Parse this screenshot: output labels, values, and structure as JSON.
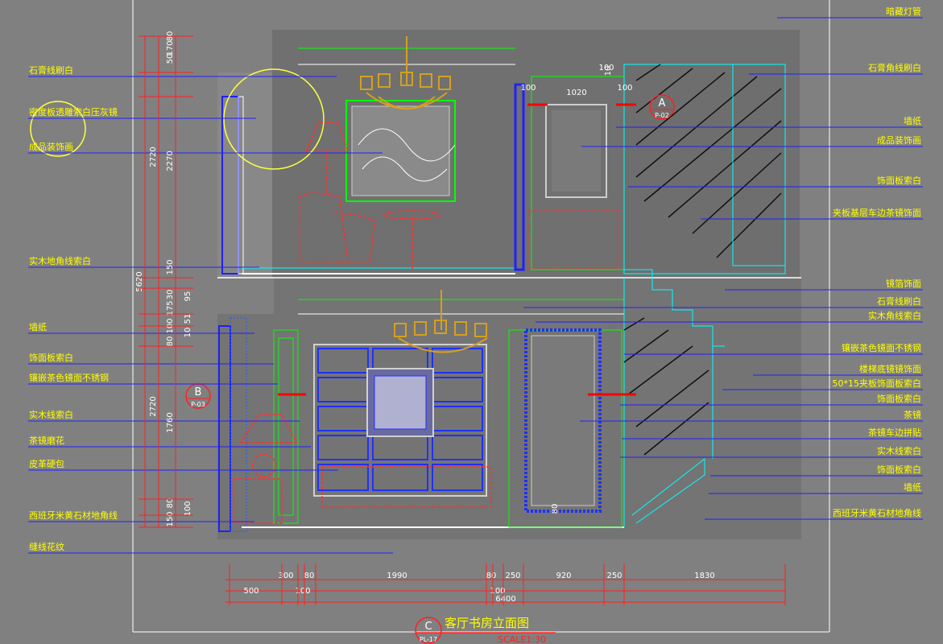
{
  "drawing": {
    "title": "客厅书房立面图",
    "scale": "SCALE1:30",
    "title_tag": {
      "letter": "C",
      "ref": "PL-17"
    }
  },
  "left_labels": [
    "石膏线刷白",
    "密度板透雕索白压灰镜",
    "成品装饰画",
    "实木地角线索白",
    "墙纸",
    "饰面板索白",
    "镶嵌茶色镜面不锈钢",
    "实木线索白",
    "茶镜磨花",
    "皮革硬包",
    "西班牙米黄石材地角线",
    "缝线花纹"
  ],
  "right_labels": [
    "暗藏灯管",
    "石膏角线刷白",
    "墙纸",
    "成品装饰画",
    "饰面板索白",
    "夹板基层车边茶镜饰面",
    "镜箔饰面",
    "石膏线刷白",
    "实木角线索白",
    "镶嵌茶色镜面不锈钢",
    "楼梯底镜镜饰面",
    "50*15夹板饰面板索白",
    "饰面板索白",
    "茶镜",
    "茶镜车边拼贴",
    "实木线索白",
    "饰面板索白",
    "墙纸",
    "西班牙米黄石材地角线"
  ],
  "section_tags": [
    {
      "letter": "A",
      "ref": "P-02"
    },
    {
      "letter": "B",
      "ref": "P-03"
    }
  ],
  "dims_bottom_row1": [
    "300",
    "80",
    "1990",
    "80",
    "250",
    "920",
    "250",
    "1830"
  ],
  "dims_bottom_row2": [
    "500",
    "100",
    "100"
  ],
  "dims_bottom_total": "6400",
  "dims_top_inner": [
    "100",
    "1020",
    "100",
    "100"
  ],
  "dims_left_outer": [
    "5620"
  ],
  "dims_left_mid": [
    "2720",
    "2720"
  ],
  "dims_left_inner": [
    "50",
    "170",
    "80",
    "2270",
    "150",
    "30",
    "175",
    "100",
    "80",
    "1760",
    "80",
    "150"
  ],
  "dims_left_small": [
    "95",
    "51",
    "10",
    "10",
    "100"
  ],
  "dims_misc": [
    "80"
  ]
}
